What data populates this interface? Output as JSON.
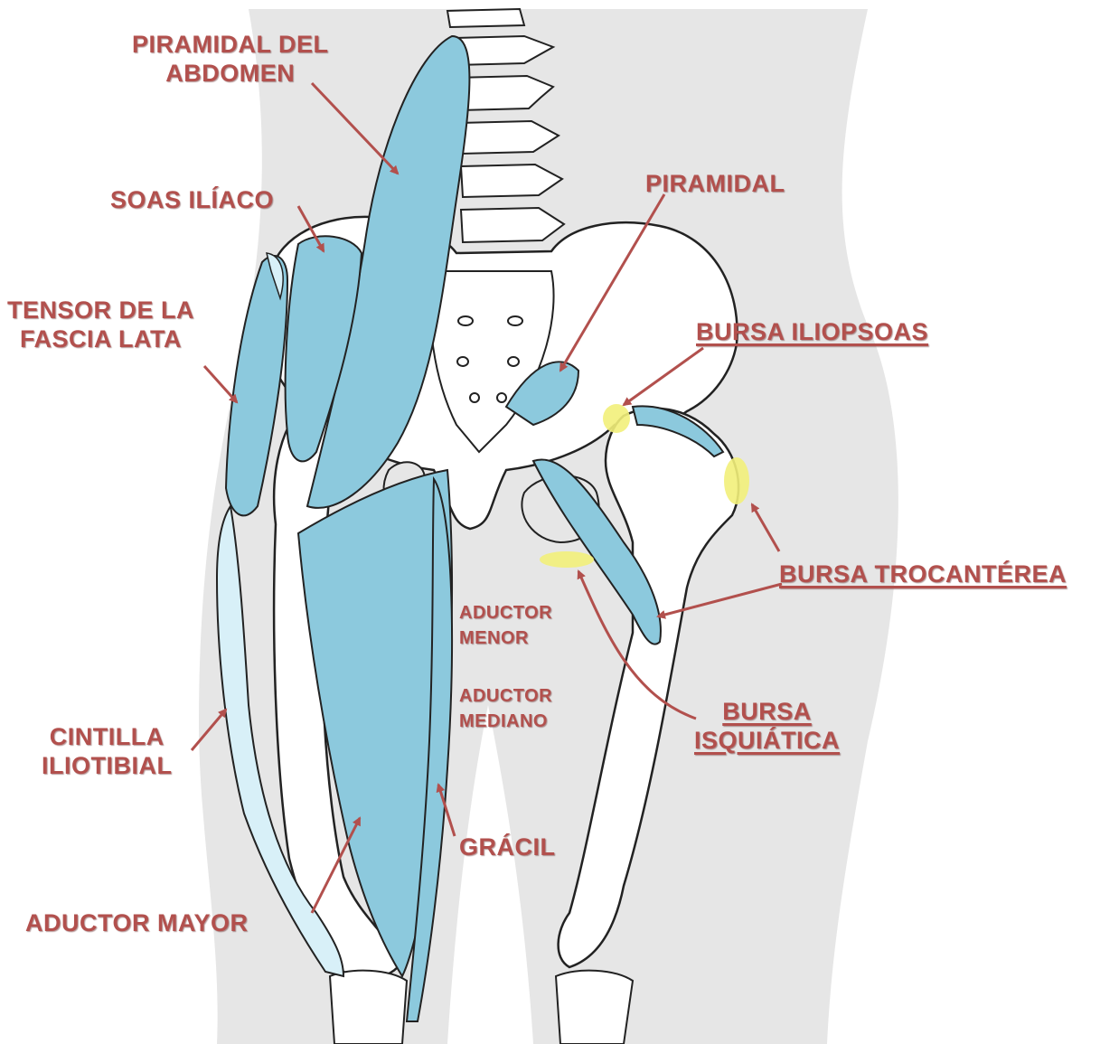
{
  "colors": {
    "muscle": "#8cc9dd",
    "band": "#d8f0f8",
    "bone": "#ffffff",
    "silhouette": "#e6e6e6",
    "bursa": "#f2ef7a",
    "label": "#b2504d",
    "outline": "#222222"
  },
  "labels": {
    "piramidal_abdomen": [
      "PIRAMIDAL DEL",
      "ABDOMEN"
    ],
    "soas_iliaco": [
      "SOAS ILÍACO"
    ],
    "tensor_fascia_lata": [
      "TENSOR DE LA",
      "FASCIA LATA"
    ],
    "cintilla_iliotibial": [
      "CINTILLA",
      "ILIOTIBIAL"
    ],
    "aductor_mayor": [
      "ADUCTOR MAYOR"
    ],
    "aductor_menor": [
      "ADUCTOR",
      "MENOR"
    ],
    "aductor_mediano": [
      "ADUCTOR",
      "MEDIANO"
    ],
    "gracil": [
      "GRÁCIL"
    ],
    "piramidal": [
      "PIRAMIDAL"
    ],
    "bursa_iliopsoas": [
      "BURSA ILIOPSOAS"
    ],
    "bursa_trocanterea": [
      "BURSA TROCANTÉREA"
    ],
    "bursa_isquiatica": [
      "BURSA",
      "ISQUIÁTICA"
    ]
  }
}
